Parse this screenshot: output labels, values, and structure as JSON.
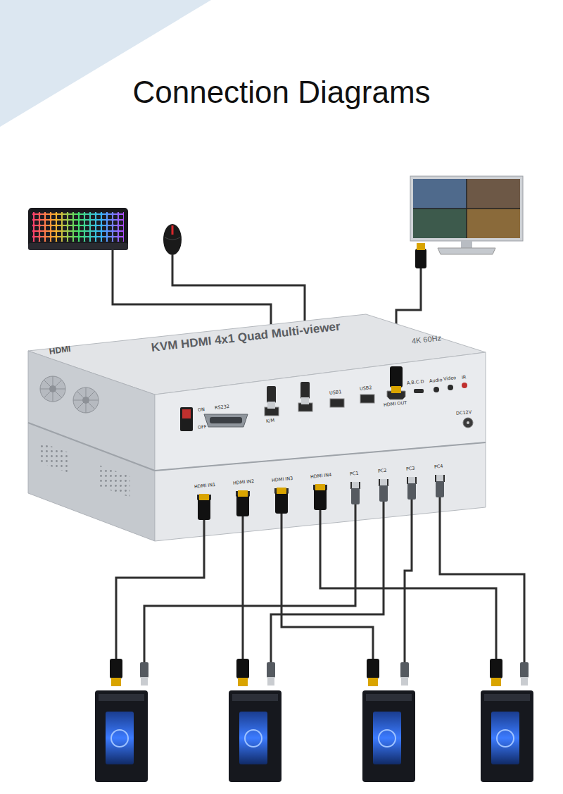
{
  "diagram": {
    "title": "Connection Diagrams",
    "nodes": [
      {
        "text": [
          "HDMI",
          "KVM HDMI 4x1 Quad Multi-viewer",
          "4K 60Hz"
        ]
      }
    ],
    "labels": [
      "ON",
      "OFF",
      "RS232",
      "K/M",
      "USB1",
      "USB2",
      "HDMI OUT",
      "A.B.C.D",
      "Audio",
      "Video",
      "IR",
      "DC12V",
      "HDMI IN1",
      "HDMI IN2",
      "HDMI IN3",
      "HDMI IN4",
      "PC1",
      "PC2",
      "PC3",
      "PC4"
    ]
  }
}
